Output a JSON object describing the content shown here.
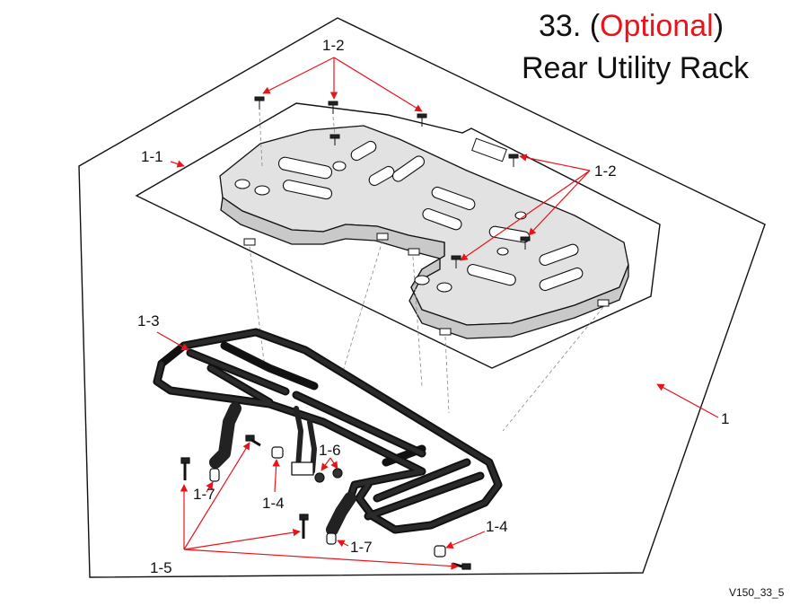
{
  "title": {
    "number_prefix": "33. (",
    "optional_word": "Optional",
    "number_suffix": ")",
    "name": "Rear Utility Rack"
  },
  "callouts": {
    "c1_2_top": "1-2",
    "c1_1": "1-1",
    "c1_2_right": "1-2",
    "c1_3": "1-3",
    "c1": "1",
    "c1_6": "1-6",
    "c1_7_left": "1-7",
    "c1_4_left": "1-4",
    "c1_4_right": "1-4",
    "c1_7_bottom": "1-7",
    "c1_5": "1-5"
  },
  "footer_code": "V150_33_5",
  "colors": {
    "accent_red": "#e8141c",
    "line": "#111111",
    "plate_fill": "#d8d8d8"
  }
}
